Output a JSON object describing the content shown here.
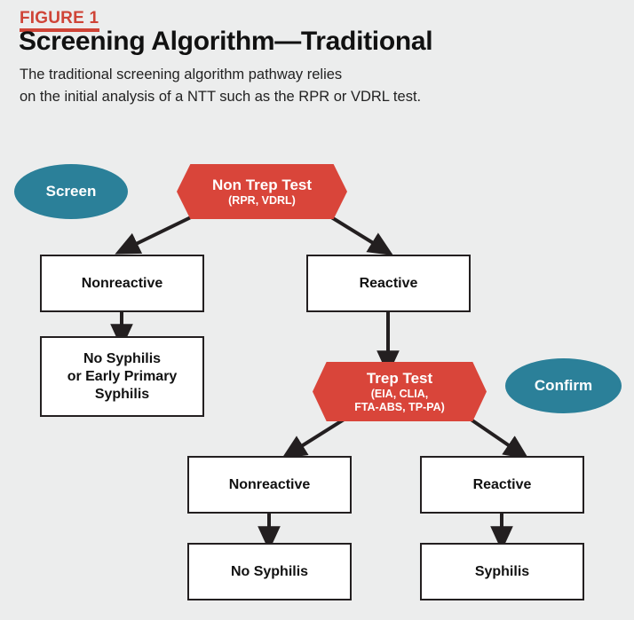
{
  "header": {
    "figure_label": "FIGURE 1",
    "title": "Screening Algorithm—Traditional",
    "subtitle_line1": "The traditional screening algorithm pathway relies",
    "subtitle_line2": "on the initial analysis of a NTT such as the RPR or VDRL test."
  },
  "colors": {
    "accent_red": "#d9453a",
    "accent_teal": "#2b8099",
    "background": "#eceded",
    "outline": "#231f20"
  },
  "diagram": {
    "labels": {
      "screen": "Screen",
      "confirm": "Confirm"
    },
    "tests": [
      {
        "name": "non-trep-test",
        "title": "Non Trep Test",
        "detail": "(RPR, VDRL)"
      },
      {
        "name": "trep-test",
        "title": "Trep Test",
        "detail_line1": "(EIA, CLIA,",
        "detail_line2": "FTA-ABS, TP-PA)"
      }
    ],
    "nodes": [
      {
        "name": "ntt-nonreactive",
        "text": "Nonreactive"
      },
      {
        "name": "ntt-reactive",
        "text": "Reactive"
      },
      {
        "name": "no-syphilis-or-early-primary",
        "line1": "No Syphilis",
        "line2": "or Early Primary",
        "line3": "Syphilis"
      },
      {
        "name": "tt-nonreactive",
        "text": "Nonreactive"
      },
      {
        "name": "tt-reactive",
        "text": "Reactive"
      },
      {
        "name": "no-syphilis",
        "text": "No Syphilis"
      },
      {
        "name": "syphilis",
        "text": "Syphilis"
      }
    ]
  }
}
